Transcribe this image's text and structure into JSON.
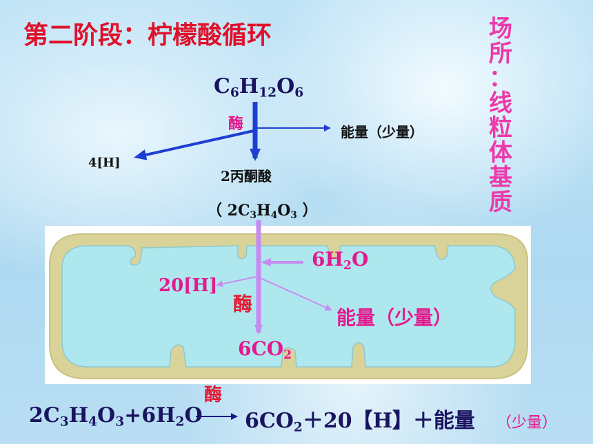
{
  "title": "第二阶段：柠檬酸循环",
  "location_label": [
    "场",
    "所",
    "：",
    "线",
    "粒",
    "体",
    "基",
    "质"
  ],
  "glycolysis": {
    "glucose": {
      "p1": "C",
      "s1": "6",
      "p2": "H",
      "s2": "12",
      "p3": "O",
      "s3": "6"
    },
    "enzyme": "酶",
    "energy": "能量（少量）",
    "hydrogen": "4[H]",
    "pyruvate": "2丙酮酸",
    "pyruvate_formula": {
      "p0": "（ 2C",
      "s1": "3",
      "p2": "H",
      "s2": "4",
      "p3": "O",
      "s3": "3",
      "p4": " ）"
    }
  },
  "mitochondria": {
    "water": {
      "p1": "6H",
      "s1": "2",
      "p2": "O"
    },
    "hydrogen": "20[H]",
    "enzyme": "酶",
    "energy": "能量（少量）",
    "co2": {
      "p1": "6CO",
      "s1": "2"
    }
  },
  "equation": {
    "enzyme": "酶",
    "left": {
      "p1": "2C",
      "s1": "3",
      "p2": "H",
      "s2": "4",
      "p3": "O",
      "s3": "3",
      "p4": "+6H",
      "s4": "2",
      "p5": "O"
    },
    "right": {
      "p1": "6CO",
      "s1": "2",
      "p2": "＋20【H】＋能量"
    },
    "note": "（少量）"
  },
  "colors": {
    "title": "#e0102a",
    "location": "#ec39a9",
    "blue_arrow": "#1f3fd1",
    "violet_arrow": "#c58cf0",
    "membrane": "#d9d399",
    "matrix": "#aee8ee"
  }
}
